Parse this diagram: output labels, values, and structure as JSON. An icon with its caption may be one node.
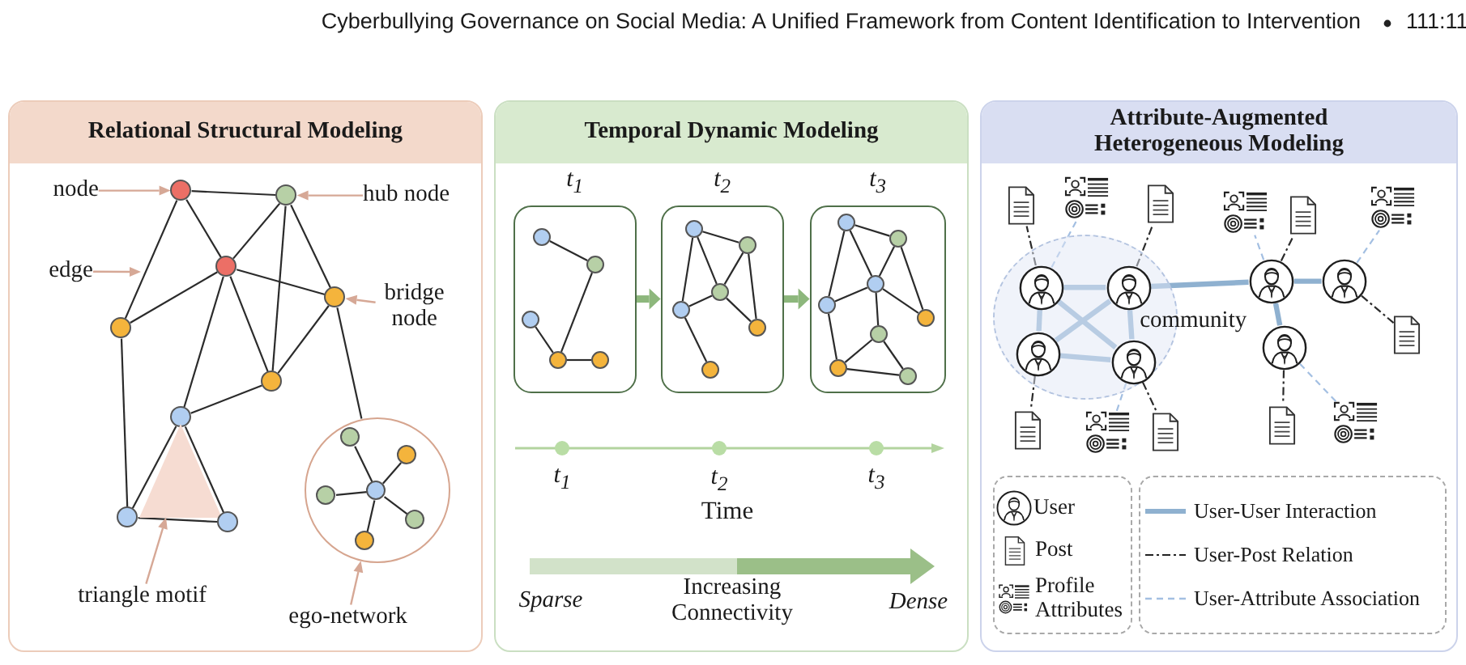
{
  "diagram": {
    "nodes": [
      {
        "text": [
          "Relational Structural Modeling"
        ]
      },
      {
        "text": [
          "node"
        ],
        "in": 0
      },
      {
        "text": [],
        "shape": "circle",
        "in": 0
      },
      {
        "text": [],
        "shape": "circle",
        "in": 0
      },
      {
        "text": [
          "hub node"
        ],
        "in": 0
      },
      {
        "text": [
          "edge"
        ],
        "in": 0
      },
      {
        "text": [],
        "shape": "circle",
        "in": 0
      },
      {
        "text": [],
        "shape": "circle",
        "in": 0
      },
      {
        "text": [],
        "shape": "circle",
        "in": 0
      },
      {
        "text": [
          "bridge node"
        ],
        "in": 0
      },
      {
        "text": [],
        "shape": "circle",
        "in": 0
      },
      {
        "text": [],
        "shape": "circle",
        "in": 0
      },
      {
        "text": [],
        "shape": "triangle",
        "in": 0
      },
      {
        "text": [],
        "shape": "circle",
        "in": 0
      },
      {
        "text": [],
        "shape": "circle",
        "in": 0
      },
      {
        "text": [],
        "shape": "circle",
        "in": 0
      },
      {
        "text": [],
        "shape": "circle",
        "in": 15
      },
      {
        "text": [],
        "shape": "circle",
        "in": 15
      },
      {
        "text": [],
        "shape": "circle",
        "in": 15
      },
      {
        "text": [],
        "shape": "circle",
        "in": 15
      },
      {
        "text": [],
        "shape": "circle",
        "in": 15
      },
      {
        "text": [],
        "shape": "circle",
        "in": 15
      },
      {
        "text": [
          "triangle motif"
        ],
        "in": 0
      },
      {
        "text": [
          "ego-network"
        ],
        "in": 0
      },
      {
        "text": [
          "Temporal Dynamic Modeling"
        ]
      },
      {
        "text": [
          "t$_{1}$"
        ],
        "in": 24
      },
      {
        "text": [],
        "shape": "circle",
        "in": 25
      },
      {
        "text": [],
        "shape": "circle",
        "in": 25
      },
      {
        "text": [],
        "shape": "circle",
        "in": 25
      },
      {
        "text": [],
        "shape": "circle",
        "in": 25
      },
      {
        "text": [],
        "shape": "circle",
        "in": 25
      },
      {
        "text": [
          "t$_{2}$"
        ],
        "in": 24
      },
      {
        "text": [],
        "shape": "circle",
        "in": 31
      },
      {
        "text": [],
        "shape": "circle",
        "in": 31
      },
      {
        "text": [],
        "shape": "circle",
        "in": 31
      },
      {
        "text": [],
        "shape": "circle",
        "in": 31
      },
      {
        "text": [],
        "shape": "circle",
        "in": 31
      },
      {
        "text": [],
        "shape": "circle",
        "in": 31
      },
      {
        "text": [
          "t$_{3}$"
        ],
        "in": 24
      },
      {
        "text": [],
        "shape": "circle",
        "in": 38
      },
      {
        "text": [],
        "shape": "circle",
        "in": 38
      },
      {
        "text": [],
        "shape": "circle",
        "in": 38
      },
      {
        "text": [],
        "shape": "circle",
        "in": 38
      },
      {
        "text": [],
        "shape": "circle",
        "in": 38
      },
      {
        "text": [],
        "shape": "circle",
        "in": 38
      },
      {
        "text": [],
        "shape": "circle",
        "in": 38
      },
      {
        "text": [],
        "shape": "circle",
        "in": 38
      },
      {
        "text": [
          "Attribute-Augmented Heterogeneous Modeling"
        ]
      },
      {
        "text": [],
        "shape": "document",
        "in": 47
      },
      {
        "text": [],
        "shape": "picture",
        "in": 47
      },
      {
        "text": [],
        "shape": "document",
        "in": 47
      },
      {
        "text": [],
        "shape": "picture",
        "in": 47
      },
      {
        "text": [],
        "shape": "document",
        "in": 47
      },
      {
        "text": [],
        "shape": "picture",
        "in": 47
      },
      {
        "text": [
          "community"
        ],
        "in": 47
      },
      {
        "text": [],
        "shape": "person",
        "in": 54
      },
      {
        "text": [],
        "shape": "person",
        "in": 54
      },
      {
        "text": [],
        "shape": "person",
        "in": 54
      },
      {
        "text": [],
        "shape": "person",
        "in": 54
      },
      {
        "text": [],
        "shape": "person",
        "in": 47
      },
      {
        "text": [],
        "shape": "person",
        "in": 47
      },
      {
        "text": [],
        "shape": "person",
        "in": 47
      },
      {
        "text": [],
        "shape": "document",
        "in": 47
      },
      {
        "text": [],
        "shape": "document",
        "in": 47
      },
      {
        "text": [],
        "shape": "picture",
        "in": 47
      },
      {
        "text": [],
        "shape": "document",
        "in": 47
      },
      {
        "text": [],
        "shape": "document",
        "in": 47
      },
      {
        "text": [],
        "shape": "picture",
        "in": 47
      }
    ],
    "edges": [
      {
        "from": 2,
        "to": 3,
        "arrow": "none"
      },
      {
        "from": 2,
        "to": 6,
        "arrow": "none"
      },
      {
        "from": 2,
        "to": 7,
        "arrow": "none"
      },
      {
        "from": 3,
        "to": 6,
        "arrow": "none"
      },
      {
        "from": 3,
        "to": 10,
        "arrow": "none"
      },
      {
        "from": 3,
        "to": 8,
        "arrow": "none"
      },
      {
        "from": 6,
        "to": 7,
        "arrow": "none"
      },
      {
        "from": 6,
        "to": 8,
        "arrow": "none"
      },
      {
        "from": 6,
        "to": 10,
        "arrow": "none"
      },
      {
        "from": 6,
        "to": 11,
        "arrow": "none"
      },
      {
        "from": 8,
        "to": 10,
        "arrow": "none"
      },
      {
        "from": 8,
        "to": 15,
        "arrow": "none"
      },
      {
        "from": 7,
        "to": 13,
        "arrow": "none"
      },
      {
        "from": 11,
        "to": 10,
        "arrow": "none"
      },
      {
        "from": 11,
        "to": 13,
        "arrow": "none"
      },
      {
        "from": 11,
        "to": 14,
        "arrow": "none"
      },
      {
        "from": 13,
        "to": 14,
        "arrow": "none"
      },
      {
        "from": 19,
        "to": 16,
        "arrow": "none"
      },
      {
        "from": 19,
        "to": 17,
        "arrow": "none"
      },
      {
        "from": 19,
        "to": 18,
        "arrow": "none"
      },
      {
        "from": 19,
        "to": 20,
        "arrow": "none"
      },
      {
        "from": 19,
        "to": 21,
        "arrow": "none"
      },
      {
        "from": 1,
        "to": 2,
        "arrow": "to",
        "color": "#d6a896"
      },
      {
        "from": 4,
        "to": 3,
        "arrow": "to",
        "color": "#d6a896"
      },
      {
        "from": 5,
        "to": null,
        "arrow": "to",
        "color": "#d6a896"
      },
      {
        "from": 9,
        "to": 8,
        "arrow": "to",
        "color": "#d6a896"
      },
      {
        "from": 22,
        "to": 12,
        "arrow": "to",
        "color": "#d6a896"
      },
      {
        "from": 23,
        "to": 15,
        "arrow": "to",
        "color": "#d6a896"
      },
      {
        "from": 26,
        "to": 27,
        "arrow": "none"
      },
      {
        "from": 27,
        "to": 29,
        "arrow": "none"
      },
      {
        "from": 28,
        "to": 29,
        "arrow": "none"
      },
      {
        "from": 29,
        "to": 30,
        "arrow": "none"
      },
      {
        "from": 32,
        "to": 33,
        "arrow": "none"
      },
      {
        "from": 32,
        "to": 35,
        "arrow": "none"
      },
      {
        "from": 32,
        "to": 34,
        "arrow": "none"
      },
      {
        "from": 33,
        "to": 34,
        "arrow": "none"
      },
      {
        "from": 33,
        "to": 36,
        "arrow": "none"
      },
      {
        "from": 34,
        "to": 35,
        "arrow": "none"
      },
      {
        "from": 34,
        "to": 36,
        "arrow": "none"
      },
      {
        "from": 35,
        "to": 37,
        "arrow": "none"
      },
      {
        "from": 39,
        "to": 40,
        "arrow": "none"
      },
      {
        "from": 39,
        "to": 42,
        "arrow": "none"
      },
      {
        "from": 39,
        "to": 41,
        "arrow": "none"
      },
      {
        "from": 40,
        "to": 41,
        "arrow": "none"
      },
      {
        "from": 40,
        "to": 43,
        "arrow": "none"
      },
      {
        "from": 41,
        "to": 42,
        "arrow": "none"
      },
      {
        "from": 41,
        "to": 43,
        "arrow": "none"
      },
      {
        "from": 41,
        "to": 44,
        "arrow": "none"
      },
      {
        "from": 42,
        "to": 45,
        "arrow": "none"
      },
      {
        "from": 44,
        "to": 45,
        "arrow": "none"
      },
      {
        "from": 44,
        "to": 46,
        "arrow": "none"
      },
      {
        "from": 45,
        "to": 46,
        "arrow": "none"
      },
      {
        "from": 25,
        "to": 31,
        "arrow": "to",
        "style": "thick",
        "color": "#8db77c"
      },
      {
        "from": 31,
        "to": 38,
        "arrow": "to",
        "style": "thick",
        "color": "#8db77c"
      },
      {
        "from": 55,
        "to": 56,
        "arrow": "none",
        "style": "thick",
        "color": "#8fb1d0"
      },
      {
        "from": 55,
        "to": 57,
        "arrow": "none",
        "style": "thick",
        "color": "#8fb1d0"
      },
      {
        "from": 55,
        "to": 58,
        "arrow": "none",
        "style": "thick",
        "color": "#8fb1d0"
      },
      {
        "from": 56,
        "to": 57,
        "arrow": "none",
        "style": "thick",
        "color": "#8fb1d0"
      },
      {
        "from": 56,
        "to": 58,
        "arrow": "none",
        "style": "thick",
        "color": "#8fb1d0"
      },
      {
        "from": 57,
        "to": 58,
        "arrow": "none",
        "style": "thick",
        "color": "#8fb1d0"
      },
      {
        "from": 56,
        "to": 59,
        "arrow": "none",
        "style": "thick",
        "color": "#8fb1d0"
      },
      {
        "from": 59,
        "to": 60,
        "arrow": "none",
        "style": "thick",
        "color": "#8fb1d0"
      },
      {
        "from": 59,
        "to": 61,
        "arrow": "none",
        "style": "thick",
        "color": "#8fb1d0"
      },
      {
        "from": 55,
        "to": 48,
        "arrow": "none",
        "style": "dashed"
      },
      {
        "from": 56,
        "to": 50,
        "arrow": "none",
        "style": "dashed"
      },
      {
        "from": 59,
        "to": 52,
        "arrow": "none",
        "style": "dashed"
      },
      {
        "from": 60,
        "to": 62,
        "arrow": "none",
        "style": "dashed"
      },
      {
        "from": 57,
        "to": 63,
        "arrow": "none",
        "style": "dashed"
      },
      {
        "from": 58,
        "to": 65,
        "arrow": "none",
        "style": "dashed"
      },
      {
        "from": 61,
        "to": 66,
        "arrow": "none",
        "style": "dashed"
      },
      {
        "from": 55,
        "to": 49,
        "arrow": "none",
        "style": "dashed",
        "color": "#a3bfe2"
      },
      {
        "from": 59,
        "to": 51,
        "arrow": "none",
        "style": "dashed",
        "color": "#a3bfe2"
      },
      {
        "from": 60,
        "to": 53,
        "arrow": "none",
        "style": "dashed",
        "color": "#a3bfe2"
      },
      {
        "from": 58,
        "to": 64,
        "arrow": "none",
        "style": "dashed",
        "color": "#a3bfe2"
      },
      {
        "from": 61,
        "to": 67,
        "arrow": "none",
        "style": "dashed",
        "color": "#a3bfe2"
      }
    ],
    "labels": [
      "Cyberbullying Governance on Social Media: A Unified Framework from Content Identification to Intervention",
      "111:11",
      "t$_{1}$",
      "t$_{2}$",
      "t$_{3}$",
      "Time",
      "Sparse",
      "Increasing Connectivity",
      "Dense"
    ],
    "legend": [
      {
        "text": "User"
      },
      {
        "text": "Post"
      },
      {
        "text": "Profile Attributes"
      },
      {
        "text": "User-User Interaction"
      },
      {
        "text": "User-Post Relation"
      },
      {
        "text": "User-Attribute Association"
      }
    ]
  }
}
